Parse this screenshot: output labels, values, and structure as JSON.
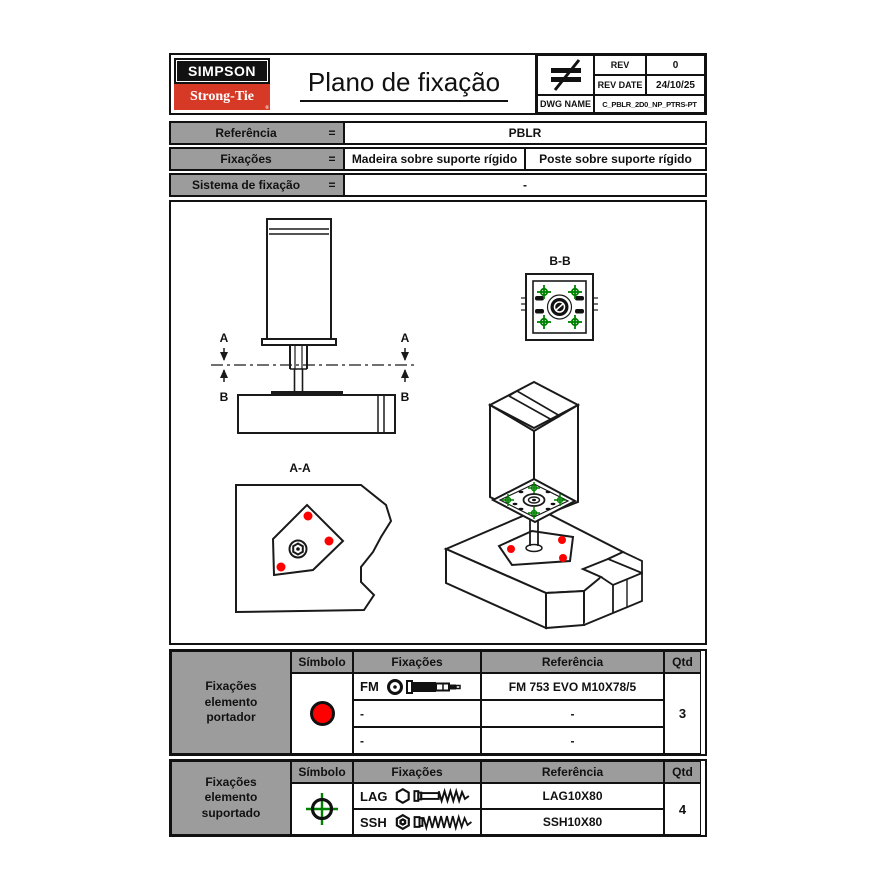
{
  "colors": {
    "brand_red": "#D63A26",
    "table_gray": "#9C9C9C",
    "marker_red": "#FE0000",
    "marker_green": "#008000"
  },
  "header": {
    "logo": {
      "top": "SIMPSON",
      "bottom": "Strong-Tie",
      "registered": "®"
    },
    "title": "Plano de fixação",
    "projection_symbol_icon": "not-equal-projection-icon",
    "rev_table": {
      "rev_label": "REV",
      "rev_value": "0",
      "rev_date_label": "REV DATE",
      "rev_date_value": "24/10/25",
      "dwg_name_label": "DWG NAME",
      "dwg_name_value": "C_PBLR_2D0_NP_PTRS-PT"
    }
  },
  "reference_table": {
    "rows": [
      {
        "label": "Referência",
        "eq": "=",
        "values": [
          "PBLR"
        ]
      },
      {
        "label": "Fixações",
        "eq": "=",
        "values": [
          "Madeira sobre suporte rígido",
          "Poste sobre suporte rígido"
        ]
      },
      {
        "label": "Sistema de fixação",
        "eq": "=",
        "values": [
          "-"
        ]
      }
    ]
  },
  "drawing": {
    "section_label_a": "A",
    "section_label_b": "B",
    "view_aa_label": "A-A",
    "view_bb_label": "B-B",
    "marker_legend": {
      "portador_symbol": "red-filled-circle",
      "suportado_symbol": "green-crosshair"
    }
  },
  "portador_table": {
    "group_label": "Fixações elemento portador",
    "headers": {
      "symbol": "Símbolo",
      "fixings": "Fixações",
      "reference": "Referência",
      "qty": "Qtd"
    },
    "symbol_icon": "red-circle-marker",
    "rows": [
      {
        "code": "FM",
        "icon": "expansion-anchor-icon",
        "reference": "FM 753 EVO M10X78/5"
      },
      {
        "code": "-",
        "icon": "",
        "reference": "-"
      },
      {
        "code": "-",
        "icon": "",
        "reference": "-"
      }
    ],
    "qty": "3"
  },
  "suportado_table": {
    "group_label": "Fixações elemento suportado",
    "headers": {
      "symbol": "Símbolo",
      "fixings": "Fixações",
      "reference": "Referência",
      "qty": "Qtd"
    },
    "symbol_icon": "green-crosshair-marker",
    "rows": [
      {
        "code": "LAG",
        "icon": "lag-screw-icon",
        "reference": "LAG10X80"
      },
      {
        "code": "SSH",
        "icon": "structural-screw-icon",
        "reference": "SSH10X80"
      }
    ],
    "qty": "4"
  }
}
